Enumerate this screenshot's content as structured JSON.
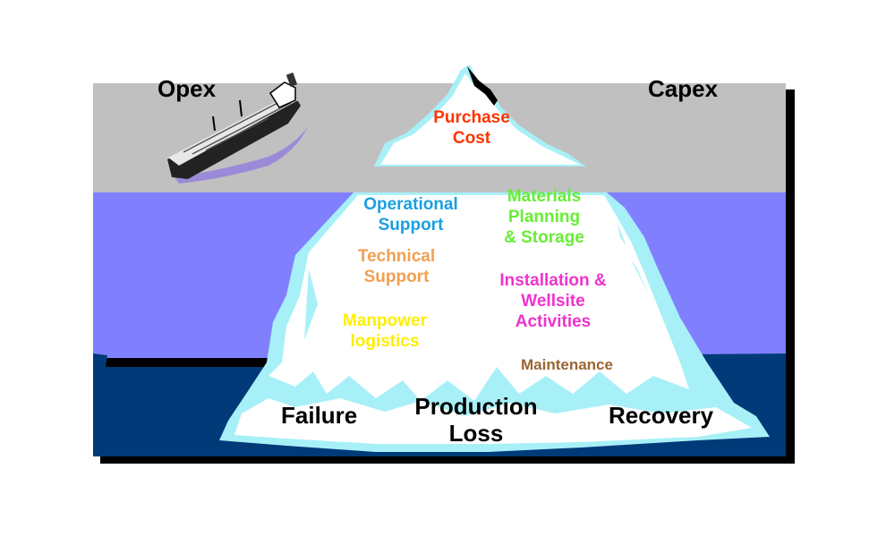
{
  "labels": {
    "opex": "Opex",
    "capex": "Capex",
    "purchase_cost": [
      "Purchase",
      "Cost"
    ],
    "operational_support": [
      "Operational",
      "Support"
    ],
    "materials_planning": [
      "Materials",
      "Planning",
      "& Storage"
    ],
    "technical_support": [
      "Technical",
      "Support"
    ],
    "installation": [
      "Installation &",
      "Wellsite",
      "Activities"
    ],
    "manpower_logistics": [
      "Manpower",
      "logistics"
    ],
    "maintenance": "Maintenance",
    "failure": "Failure",
    "production_loss": [
      "Production",
      "Loss"
    ],
    "recovery": "Recovery"
  },
  "colors": {
    "sky": "#c0c0c0",
    "shallow_water": "#8080ff",
    "deep_water": "#003a78",
    "ice": "#ffffff",
    "ice_shade": "#a8f0f8",
    "shadow": "#000000",
    "purchase_cost": "#ff3300",
    "operational_support": "#1aa0e0",
    "materials_planning": "#66ee33",
    "technical_support": "#f0a050",
    "installation": "#ee33cc",
    "manpower_logistics": "#ffee00",
    "maintenance": "#996633"
  },
  "icons": {
    "ship": "tanker-ship-icon",
    "iceberg": "iceberg-icon"
  }
}
